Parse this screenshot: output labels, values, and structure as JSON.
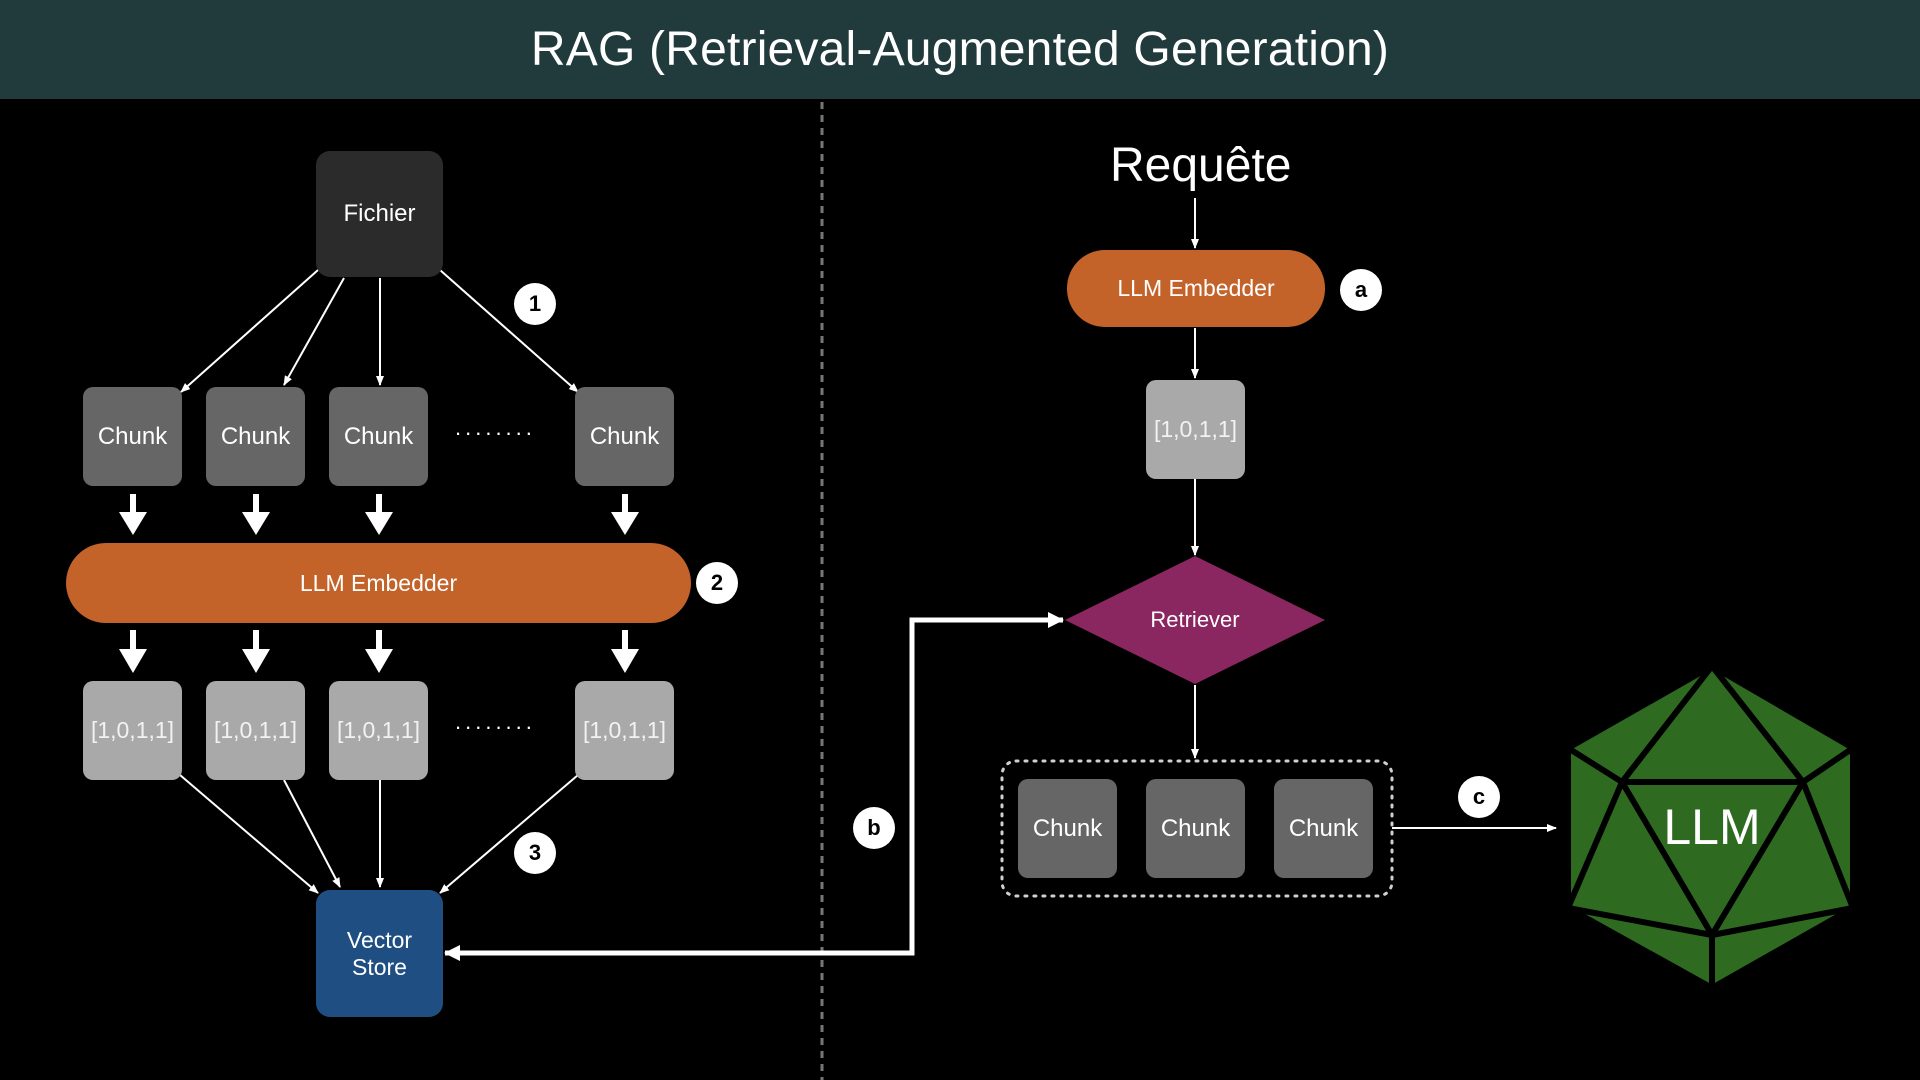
{
  "header": {
    "title": "RAG (Retrieval-Augmented Generation)"
  },
  "ingestion": {
    "file_label": "Fichier",
    "chunk_label": "Chunk",
    "embedder_label": "LLM Embedder",
    "vector_label": "[1,0,1,1]",
    "ellipsis": "........",
    "vector_store_line1": "Vector",
    "vector_store_line2": "Store",
    "steps": [
      "1",
      "2",
      "3"
    ]
  },
  "query": {
    "query_label": "Requête",
    "embedder_label": "LLM Embedder",
    "vector_label": "[1,0,1,1]",
    "retriever_label": "Retriever",
    "chunk_label": "Chunk",
    "llm_label": "LLM",
    "steps": [
      "a",
      "b",
      "c"
    ]
  },
  "colors": {
    "header_bg": "#213a3c",
    "embedder": "#c3632a",
    "vector_store": "#1f4f82",
    "retriever": "#8a2660",
    "llm": "#2e6b21",
    "chunk": "#666666",
    "vector": "#a9a9a9"
  }
}
